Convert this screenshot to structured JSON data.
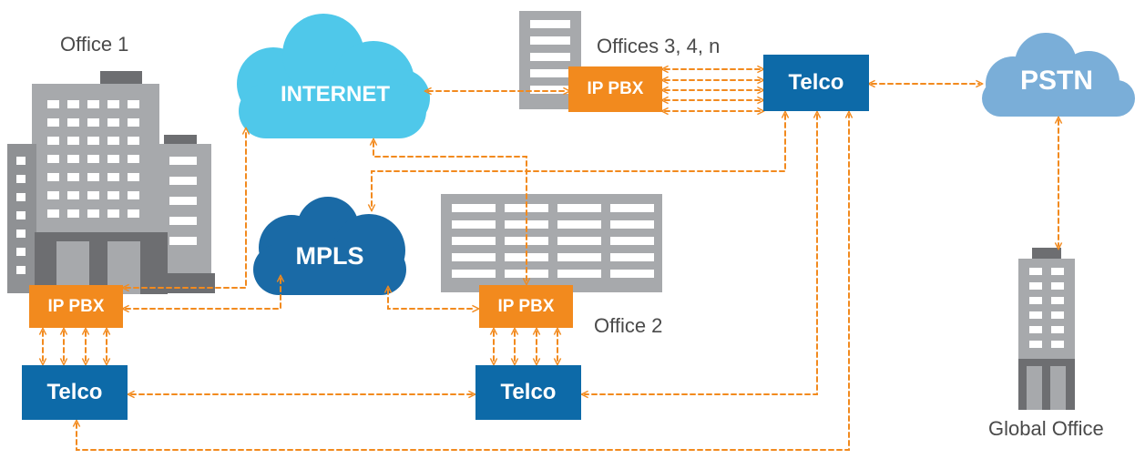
{
  "colors": {
    "orange": "#f28a1e",
    "telco_blue": "#0d6aa8",
    "internet_cloud": "#4fc8ea",
    "mpls_cloud": "#1a6aa6",
    "pstn_cloud": "#7aaed8",
    "building_gray": "#a7a9ac",
    "building_dark": "#6d6e71",
    "connector": "#f28a1e"
  },
  "offices": {
    "office1": "Office 1",
    "office2": "Office 2",
    "offices3": "Offices 3, 4, n",
    "global": "Global Office"
  },
  "clouds": {
    "internet": "INTERNET",
    "mpls": "MPLS",
    "pstn": "PSTN"
  },
  "nodes": {
    "pbx1": "IP PBX",
    "pbx2": "IP PBX",
    "pbx3": "IP PBX",
    "telco1": "Telco",
    "telco2": "Telco",
    "telco3": "Telco"
  }
}
